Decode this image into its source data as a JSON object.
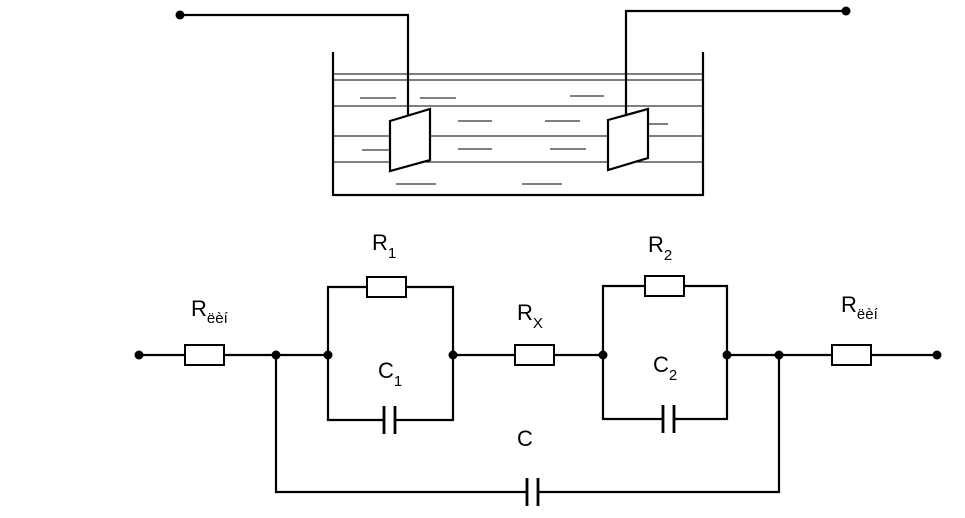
{
  "labels": {
    "r_in_main": "R",
    "r_in_sub": "ëèí",
    "r1_main": "R",
    "r1_sub": "1",
    "c1_main": "C",
    "c1_sub": "1",
    "rx_main": "R",
    "rx_sub": "X",
    "r2_main": "R",
    "r2_sub": "2",
    "c2_main": "C",
    "c2_sub": "2",
    "r_out_main": "R",
    "r_out_sub": "ëèí",
    "c_main": "C"
  }
}
